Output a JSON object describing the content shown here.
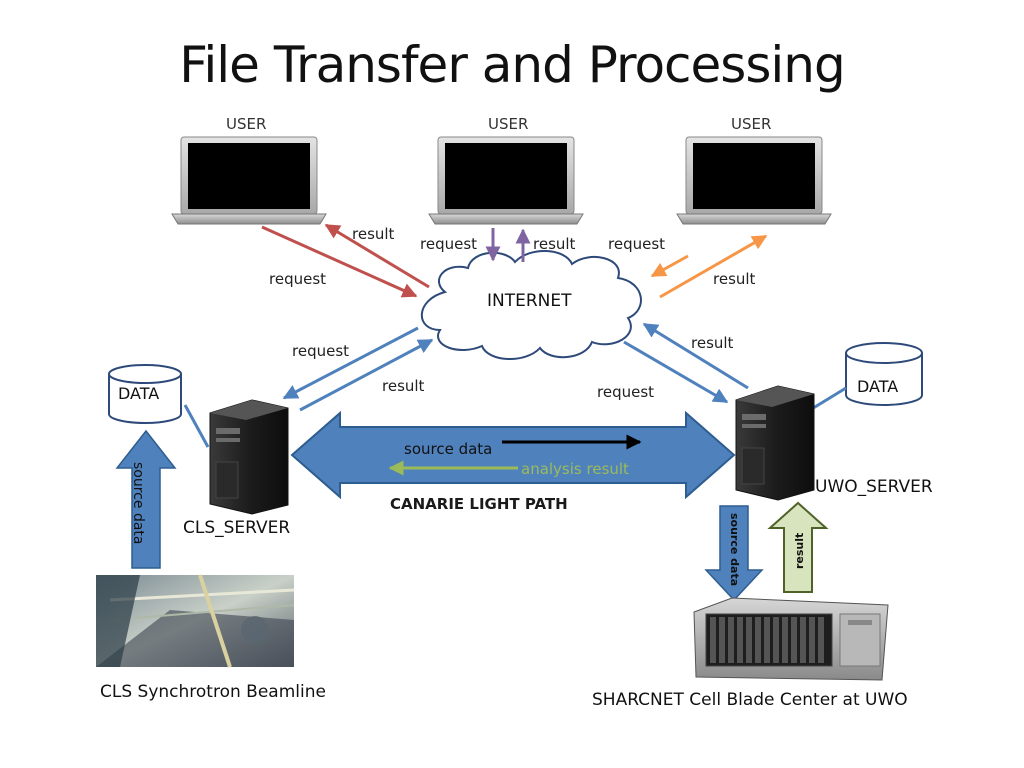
{
  "title": "File Transfer and Processing",
  "users": [
    {
      "label": "USER"
    },
    {
      "label": "USER"
    },
    {
      "label": "USER"
    }
  ],
  "internet_label": "INTERNET",
  "arrows": {
    "left_user_result": "result",
    "left_user_request": "request",
    "mid_user_request": "request",
    "mid_user_result": "result",
    "right_user_request": "request",
    "right_user_result": "result",
    "cls_request": "request",
    "cls_result": "result",
    "uwo_result": "result",
    "uwo_request": "request"
  },
  "data_left": "DATA",
  "data_right": "DATA",
  "cls_server_label": "CLS_SERVER",
  "uwo_server_label": "UWO_SERVER",
  "light_path": {
    "label": "CANARIE LIGHT PATH",
    "source_data": "source data",
    "analysis_result": "analysis result"
  },
  "beamline_arrow_label": "source data",
  "sharcnet_down_label": "source data",
  "sharcnet_up_label": "result",
  "beamline_caption": "CLS Synchrotron Beamline",
  "sharcnet_caption": "SHARCNET Cell Blade Center at UWO",
  "colors": {
    "left_user_arrows": "#c0504d",
    "mid_user_arrows": "#8064a2",
    "right_user_arrows": "#f79646",
    "server_arrows": "#4f81bd",
    "light_path_fill": "#4f81bd",
    "analysis_green": "#9bbb59"
  }
}
